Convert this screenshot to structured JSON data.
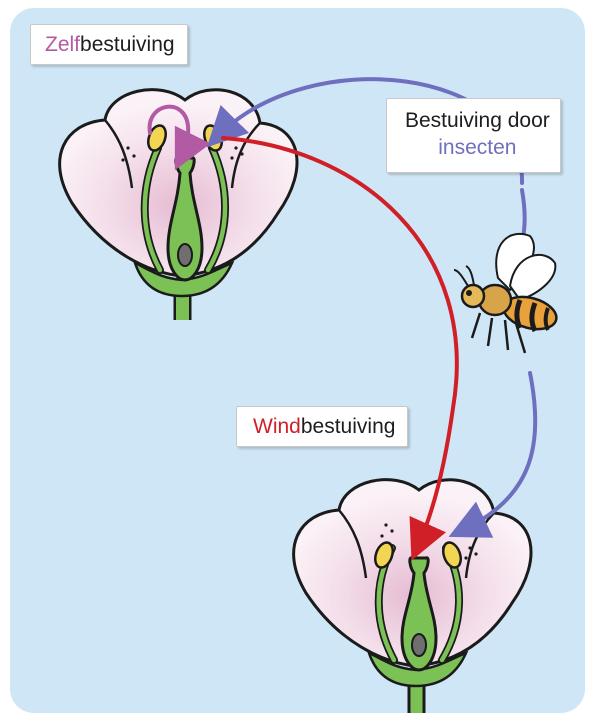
{
  "labels": {
    "self_pollination": {
      "highlight": "Zelf",
      "rest": "bestuiving"
    },
    "insect_pollination": {
      "line1": "Bestuiving door",
      "line2": "insecten"
    },
    "wind_pollination": {
      "highlight": "Wind",
      "rest": "bestuiving"
    }
  },
  "colors": {
    "background": "#cfe6f6",
    "self_pollination_accent": "#b25aa4",
    "insect_pollination_accent": "#6f6fc0",
    "wind_pollination_accent": "#d01f27",
    "petal": "#f6e6ee",
    "petal_center": "#eac8da",
    "stem": "#7cc155",
    "anther": "#f2d653",
    "ovule": "#6f6f6f"
  },
  "icons": {
    "flower_top": "flower-icon",
    "flower_bottom": "flower-icon",
    "insect": "bee-icon"
  }
}
